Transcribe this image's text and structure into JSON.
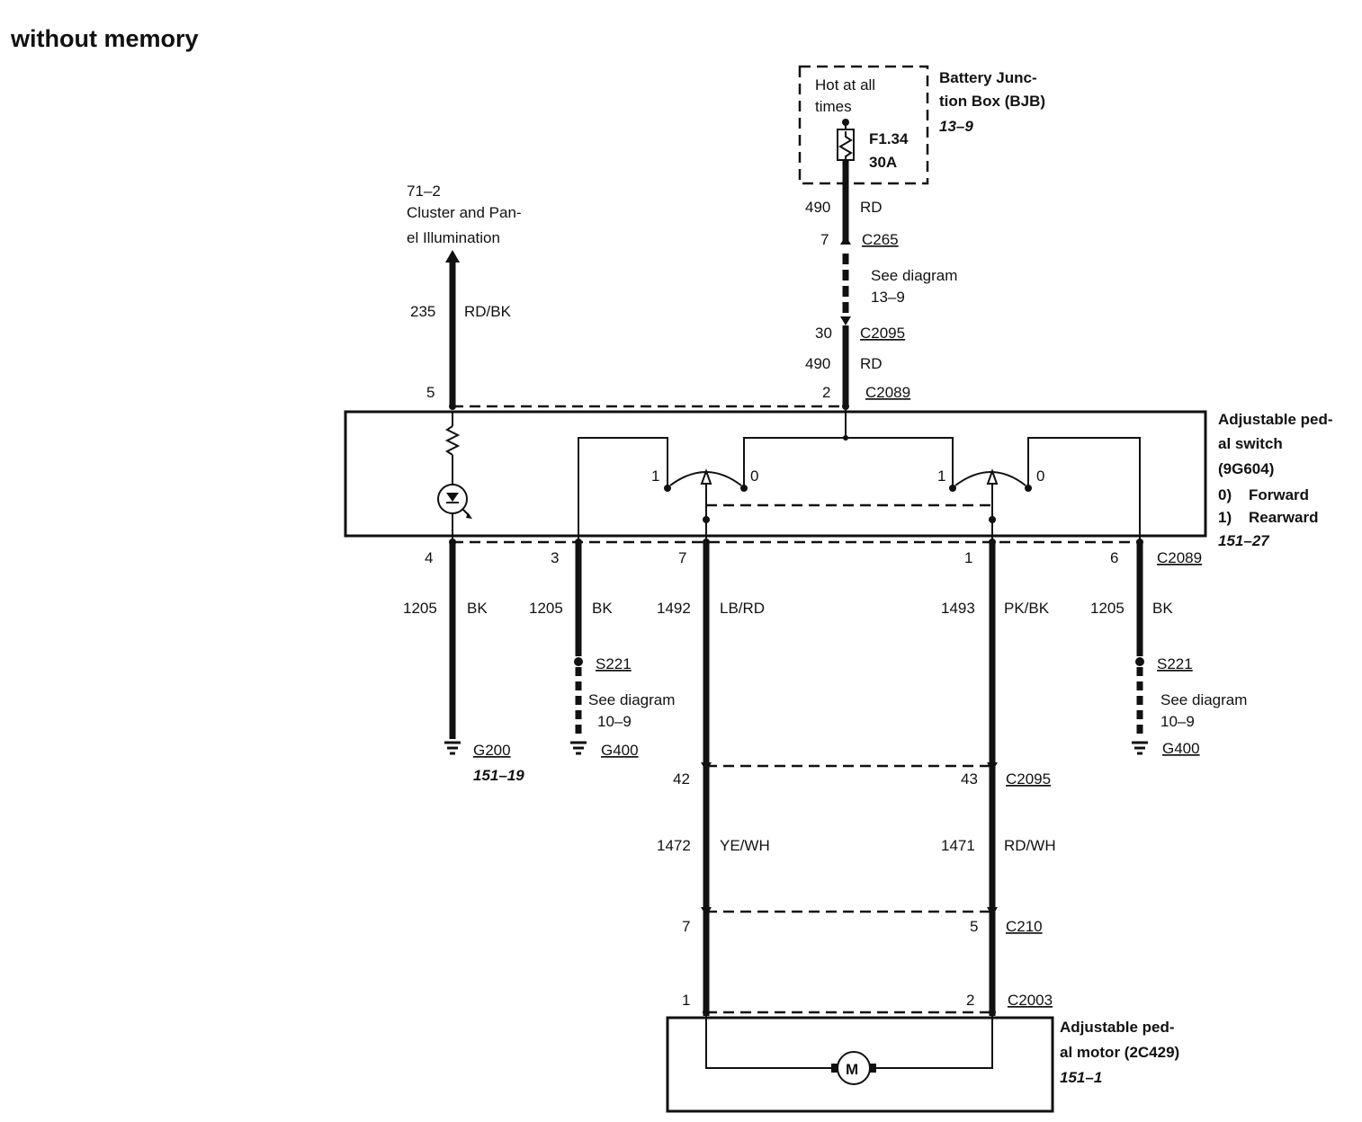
{
  "title": "without memory",
  "bjb": {
    "name_l1": "Battery Junc-",
    "name_l2": "tion Box (BJB)",
    "ref": "13–9",
    "hot_l1": "Hot at all",
    "hot_l2": "times",
    "fuse_id": "F1.34",
    "fuse_rating": "30A"
  },
  "illum": {
    "ref": "71–2",
    "name_l1": "Cluster and Pan-",
    "name_l2": "el Illumination",
    "circuit": "235",
    "color": "RD/BK"
  },
  "feed": {
    "circuit_top": "490",
    "color_top": "RD",
    "pin_c265": "7",
    "c265": "C265",
    "see_l1": "See diagram",
    "see_l2": "13–9",
    "pin_c2095": "30",
    "c2095": "C2095",
    "circuit_bot": "490",
    "color_bot": "RD"
  },
  "switch_conn": {
    "pin_top_left": "5",
    "pin_top_right": "2",
    "name_top": "C2089",
    "pins_bottom": [
      "4",
      "3",
      "7",
      "1",
      "6"
    ],
    "name_bottom": "C2089",
    "contact_1": "1",
    "contact_0": "0"
  },
  "switch": {
    "name_l1": "Adjustable ped-",
    "name_l2": "al switch",
    "name_l3": "(9G604)",
    "pos0_num": "0)",
    "pos0": "Forward",
    "pos1_num": "1)",
    "pos1": "Rearward",
    "ref": "151–27"
  },
  "wires": [
    {
      "circuit": "1205",
      "color": "BK"
    },
    {
      "circuit": "1205",
      "color": "BK"
    },
    {
      "circuit": "1492",
      "color": "LB/RD"
    },
    {
      "circuit": "1493",
      "color": "PK/BK"
    },
    {
      "circuit": "1205",
      "color": "BK"
    }
  ],
  "grounds": {
    "g200": "G200",
    "g200_ref": "151–19",
    "s221_left": "S221",
    "see_left_l1": "See diagram",
    "see_left_l2": "10–9",
    "g400_left": "G400",
    "s221_right": "S221",
    "see_right_l1": "See diagram",
    "see_right_l2": "10–9",
    "g400_right": "G400"
  },
  "lower": {
    "pin_42": "42",
    "pin_43": "43",
    "c2095": "C2095",
    "circuit_left": "1472",
    "color_left": "YE/WH",
    "circuit_right": "1471",
    "color_right": "RD/WH",
    "pin_c210_left": "7",
    "pin_c210_right": "5",
    "c210": "C210",
    "pin_c2003_left": "1",
    "pin_c2003_right": "2",
    "c2003": "C2003"
  },
  "motor": {
    "name_l1": "Adjustable ped-",
    "name_l2": "al motor (2C429)",
    "ref": "151–1",
    "symbol": "M"
  }
}
